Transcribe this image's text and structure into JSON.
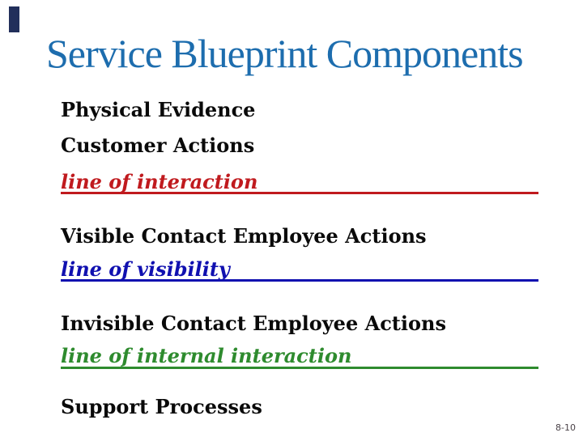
{
  "slide": {
    "title": "Service Blueprint Components",
    "page_number": "8-10",
    "colors": {
      "title_blue": "#1D6DAE",
      "body_text": "#0A0A0A",
      "line_of_interaction_red": "#C01A1E",
      "line_of_visibility_blue": "#1010B0",
      "line_of_internal_interaction_green": "#2E8B2E",
      "accent_bar_navy": "#222F5B",
      "page_number_gray": "#4A4248"
    },
    "rows": [
      {
        "text": "Physical Evidence"
      },
      {
        "text": "Customer Actions"
      },
      {
        "text": "line of interaction"
      },
      {
        "text": "Visible Contact Employee Actions"
      },
      {
        "text": "line of visibility"
      },
      {
        "text": "Invisible Contact Employee Actions"
      },
      {
        "text": "line of internal interaction"
      },
      {
        "text": "Support Processes"
      }
    ]
  }
}
